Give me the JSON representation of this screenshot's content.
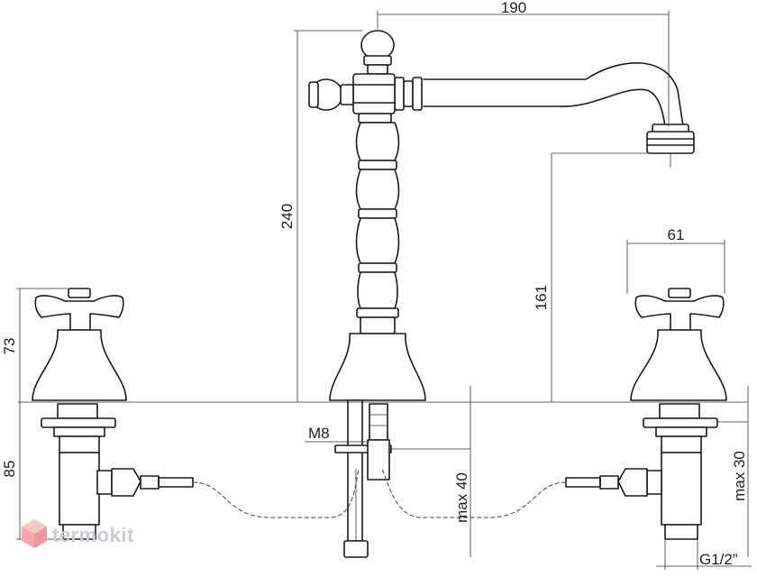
{
  "dimensions": {
    "spout_reach": "190",
    "total_height": "240",
    "spout_height": "161",
    "handle_width": "61",
    "handle_height": "73",
    "valve_height": "85",
    "stud_thread": "M8",
    "max_deck_center": "max 40",
    "max_deck_right": "max 30",
    "connection": "G1/2”"
  },
  "watermark": {
    "text": "termokit"
  },
  "colors": {
    "line": "#1a1a1a",
    "watermark": "#c9ccd2",
    "logo_accent": "#f2a9a9"
  }
}
